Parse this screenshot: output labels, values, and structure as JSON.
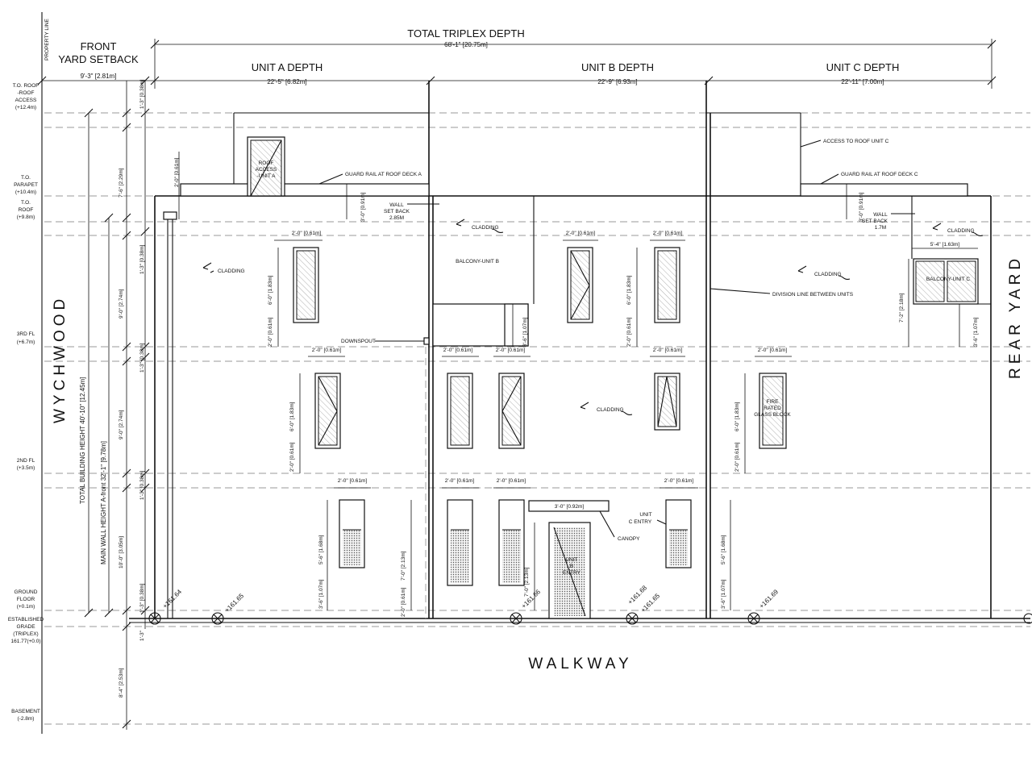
{
  "property_line": "PROPERTY LINE",
  "front_setback": {
    "line1": "FRONT",
    "line2": "YARD SETBACK",
    "dim": "9'-3\" [2.81m]"
  },
  "total_depth": {
    "label": "TOTAL TRIPLEX DEPTH",
    "dim": "68'-1\" [20.75m]"
  },
  "unit_a": {
    "label": "UNIT A DEPTH",
    "dim": "22'-5\" [6.82m]"
  },
  "unit_b": {
    "label": "UNIT B DEPTH",
    "dim": "22'-9\" [6.93m]"
  },
  "unit_c": {
    "label": "UNIT C DEPTH",
    "dim": "22'-11\" [7.00m]"
  },
  "levels": {
    "roof_access": [
      "T.O. ROOF",
      "-ROOF",
      "ACCESS",
      "(+12.4m)"
    ],
    "parapet": [
      "T.O.",
      "PARAPET",
      "(+10.4m)"
    ],
    "roof": [
      "T.O.",
      "ROOF",
      "(+9.8m)"
    ],
    "third": [
      "3RD FL",
      "(+6.7m)"
    ],
    "second": [
      "2ND FL",
      "(+3.5m)"
    ],
    "ground": [
      "GROUND",
      "FLOOR",
      "(+0.1m)"
    ],
    "grade": [
      "ESTABLISHED",
      "GRADE",
      "(TRIPLEX)",
      "161.77(+0.0)"
    ],
    "basement": [
      "BASEMENT",
      "(-2.8m)"
    ]
  },
  "street_left": "WYCHWOOD",
  "street_right": "REAR YARD",
  "walkway": "WALKWAY",
  "total_height": "TOTAL BUILDING HEIGHT 40'-10\" [12.45m]",
  "main_wall": "MAIN WALL HEIGHT A-front 32'-1\" [9.78m]",
  "vertical_dims": {
    "d1": "1'-3\" [0.38m]",
    "d2": "7'-6\" [2.29m]",
    "d3": "1'-3\" [0.38m]",
    "d4": "9'-0\" [2.74m]",
    "d5": "1'-3\" [0.38m]",
    "d6": "9'-0\" [2.74m]",
    "d7": "1'-3\" [0.38m]",
    "d8": "10'-0\" [3.05m]",
    "d9": "1'-3\" [0.38m]",
    "d10": "1'-3\"",
    "d11": "8'-4\" [2.53m]"
  },
  "dim_parapet": "2'-0\" [0.61m]",
  "dim_guard": "3'-0\" [0.91m]",
  "dim_window_w": "2'-0\" [0.61m]",
  "dim_window_h": "6'-0\" [1.83m]",
  "dim_sill": "2'-0\" [0.61m]",
  "dim_door_h": "7'-0\" [2.13m]",
  "dim_lower_sill": "3'-6\" [1.07m]",
  "dim_lower_win": "5'-6\" [1.68m]",
  "dim_canopy": "3'-0\" [0.92m]",
  "dim_balcony_b": "3'-6\" [1.07m]",
  "dim_balc_c_w": "5'-4\" [1.63m]",
  "dim_balc_c_h": "7'-2\" [2.18m]",
  "annotations": {
    "roof_access_a": [
      "ROOF",
      "ACCESS",
      "-UNIT A"
    ],
    "guard_a": "GUARD RAIL AT ROOF DECK A",
    "guard_c": "GUARD RAIL AT ROOF DECK C",
    "access_c": "ACCESS TO ROOF UNIT C",
    "wall_setback_b": [
      "WALL",
      "SET BACK",
      "2.85M"
    ],
    "wall_setback_c": [
      "WALL",
      "SET BACK",
      "1.7M"
    ],
    "cladding": "CLADDING",
    "balcony_b": "BALCONY-UNIT B",
    "balcony_c": "BALCONY-UNIT C",
    "division": "DIVISION LINE BETWEEN UNITS",
    "downspout": "DOWNSPOUT",
    "fire_glass": [
      "FIRE",
      "RATED",
      "GLASS BLOCK"
    ],
    "canopy": "CANOPY",
    "unit_b_entry": [
      "UNIT",
      "B",
      "ENTRY"
    ],
    "unit_c_entry": [
      "UNIT",
      "C ENTRY"
    ]
  },
  "elevations": [
    "+161.64",
    "+161.65",
    "+161.66",
    "+161.68",
    "+161.65",
    "+161.69"
  ]
}
